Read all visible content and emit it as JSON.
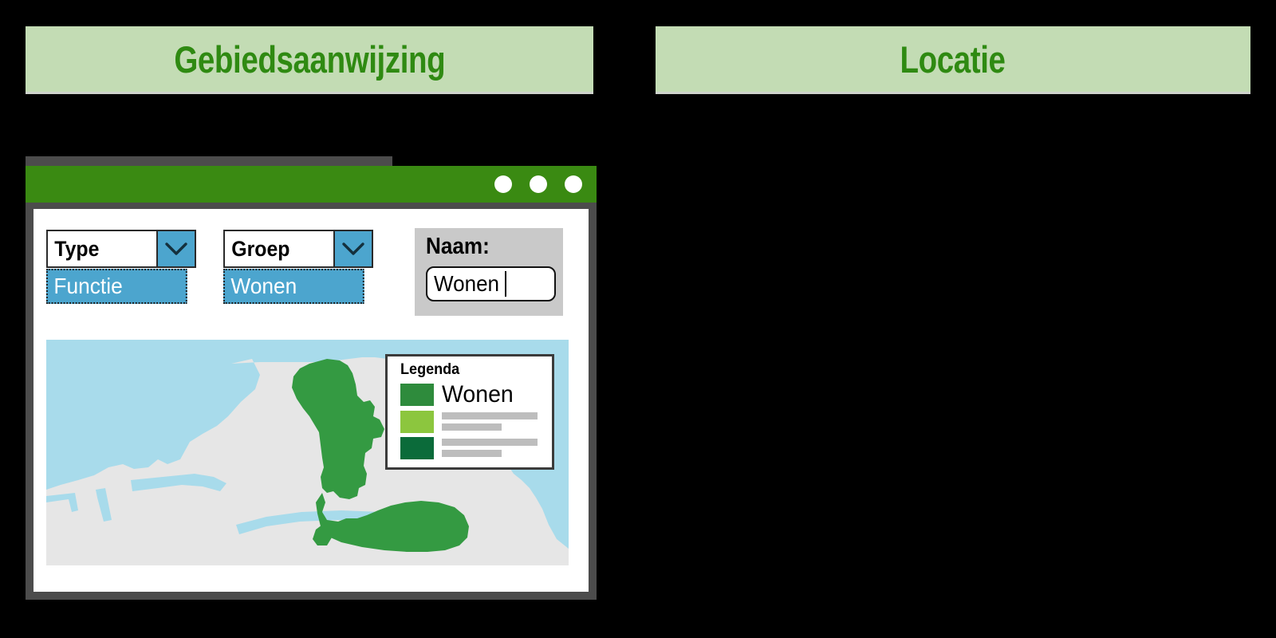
{
  "page": {
    "background_color": "#000000"
  },
  "headers": [
    {
      "id": "gebiedsaanwijzing",
      "title": "Gebiedsaanwijzing",
      "band_color": "#c3dcb4",
      "text_color": "#2f8a12"
    },
    {
      "id": "locatie",
      "title": "Locatie",
      "band_color": "#c3dcb4",
      "text_color": "#2f8a12"
    }
  ],
  "browser_window": {
    "titlebar": {
      "color": "#3a8a12",
      "dots": [
        "window-dot-1",
        "window-dot-2",
        "window-dot-3"
      ]
    },
    "frame_color": "#4c4c4c",
    "dropdowns": [
      {
        "name": "type",
        "label": "Type",
        "selected_option": "Functie",
        "arrow_icon": "chevron-down-icon",
        "highlight_color": "#4ca5ce"
      },
      {
        "name": "groep",
        "label": "Groep",
        "selected_option": "Wonen",
        "arrow_icon": "chevron-down-icon",
        "highlight_color": "#4ca5ce"
      }
    ],
    "naam_panel": {
      "label": "Naam:",
      "value": "Wonen",
      "panel_color": "#c9c9c9"
    },
    "cursors": [
      {
        "name": "cursor-over-type-option",
        "icon": "mouse-pointer-icon"
      },
      {
        "name": "cursor-over-groep-option",
        "icon": "mouse-pointer-icon"
      }
    ],
    "map": {
      "water_color": "#a8dbeb",
      "land_color": "#e6e6e6",
      "highlight_color": "#349a42"
    },
    "legend": {
      "title": "Legenda",
      "entries": [
        {
          "label": "Wonen",
          "color": "#2e8b3c",
          "placeholder": false
        },
        {
          "label": "",
          "color": "#8cc63e",
          "placeholder": true
        },
        {
          "label": "",
          "color": "#0b6b3a",
          "placeholder": true
        }
      ]
    }
  },
  "locatie_panel": {
    "content": "",
    "background_color": "#000000"
  }
}
